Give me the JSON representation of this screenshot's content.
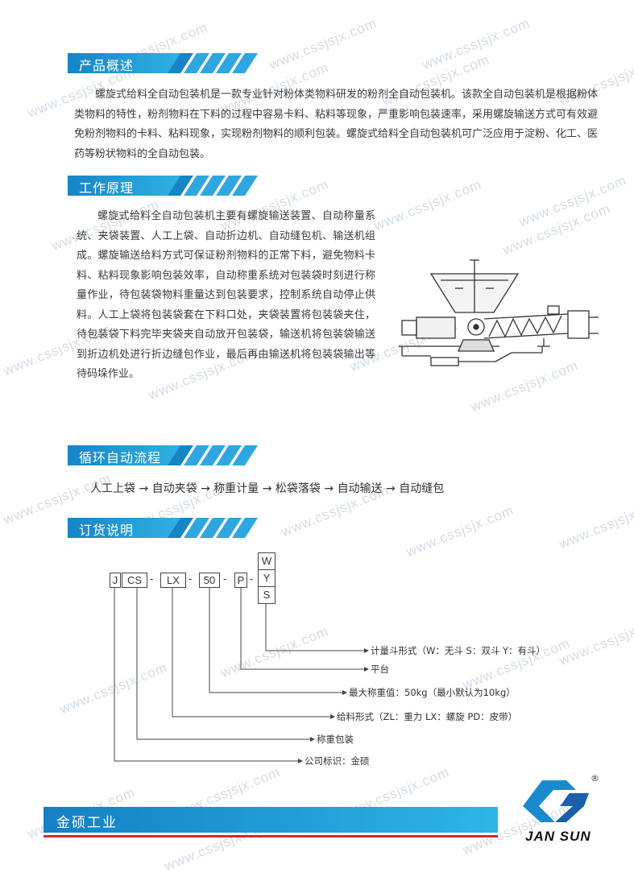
{
  "watermark": "www.cssjsjx.com",
  "sections": {
    "overview": {
      "title": "产品概述",
      "text": "螺旋式给料全自动包装机是一款专业针对粉体类物料研发的粉剂全自动包装机。该款全自动包装机是根据粉体类物料的特性，粉剂物料在下料的过程中容易卡料、粘料等现象，严重影响包装速率，采用螺旋输送方式可有效避免粉剂物料的卡料、粘料现象，实现粉剂物料的顺利包装。螺旋式给料全自动包装机可广泛应用于淀粉、化工、医药等粉状物料的全自动包装。"
    },
    "principle": {
      "title": "工作原理",
      "text": "螺旋式给料全自动包装机主要有螺旋输送装置、自动称量系统、夹袋装置、人工上袋、自动折边机、自动缝包机、输送机组成。螺旋输送给料方式可保证粉剂物料的正常下料，避免物料卡料、粘料现象影响包装效率，自动称重系统对包装袋时刻进行称量作业，待包装袋物料重量达到包装要求，控制系统自动停止供料。人工上袋将包装袋套在下料口处，夹袋装置将包装袋夹住，待包装袋下料完毕夹袋夹自动放开包装袋，输送机将包装袋输送到折边机处进行折边缝包作业，最后再由输送机将包装袋输出等待码垛作业。"
    },
    "flow": {
      "title": "循环自动流程",
      "steps": [
        "人工上袋",
        "自动夹袋",
        "称重计量",
        "松袋落袋",
        "自动输送",
        "自动缝包"
      ],
      "arrow": "→"
    },
    "order": {
      "title": "订货说明",
      "code": {
        "j": "J",
        "cs": "CS",
        "lx": "LX",
        "num": "50",
        "p": "P",
        "dash": "-",
        "options": [
          "W",
          "Y",
          "S"
        ]
      },
      "legend": [
        "计量斗形式（W：无斗  S：双斗 Y：有斗）",
        "平台",
        "最大称重值：50kg（最小默认为10kg）",
        "给料形式（ZL：重力   LX：螺旋    PD：皮带）",
        "称重包装",
        "公司标识：金硕"
      ]
    }
  },
  "footer": {
    "company": "金硕工业",
    "logo_text": "JAN SUN",
    "registered": "®"
  }
}
